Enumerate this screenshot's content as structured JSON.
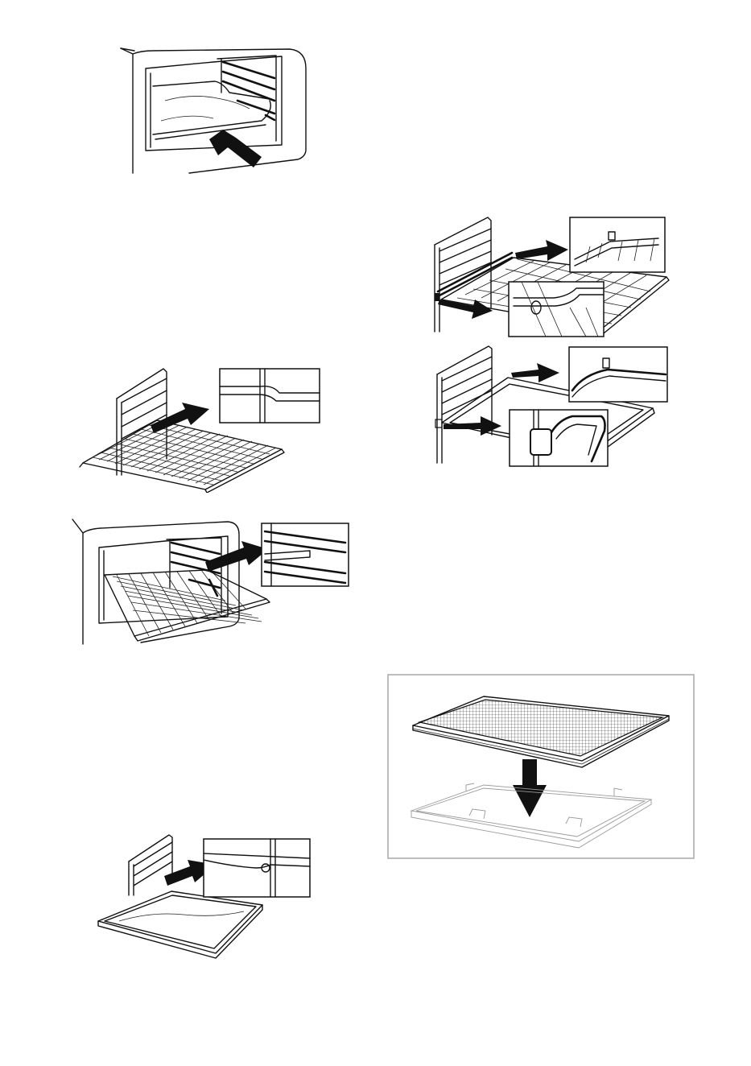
{
  "figures": [
    {
      "id": "fig-tray-slide-in",
      "icon": "tray-into-oven-illustration"
    },
    {
      "id": "fig-wire-rack-guide",
      "icon": "wire-rack-guide-illustration"
    },
    {
      "id": "fig-rack-in-oven",
      "icon": "rack-in-oven-illustration"
    },
    {
      "id": "fig-tray-on-guide",
      "icon": "tray-on-guide-illustration"
    },
    {
      "id": "fig-telescopic-rack",
      "icon": "telescopic-rack-illustration"
    },
    {
      "id": "fig-telescopic-tray",
      "icon": "telescopic-tray-illustration"
    },
    {
      "id": "fig-mesh-tray-on-frame",
      "icon": "mesh-tray-frame-illustration"
    }
  ],
  "colors": {
    "line": "#111111",
    "frame_border": "#bdbdbd",
    "background": "#ffffff"
  }
}
